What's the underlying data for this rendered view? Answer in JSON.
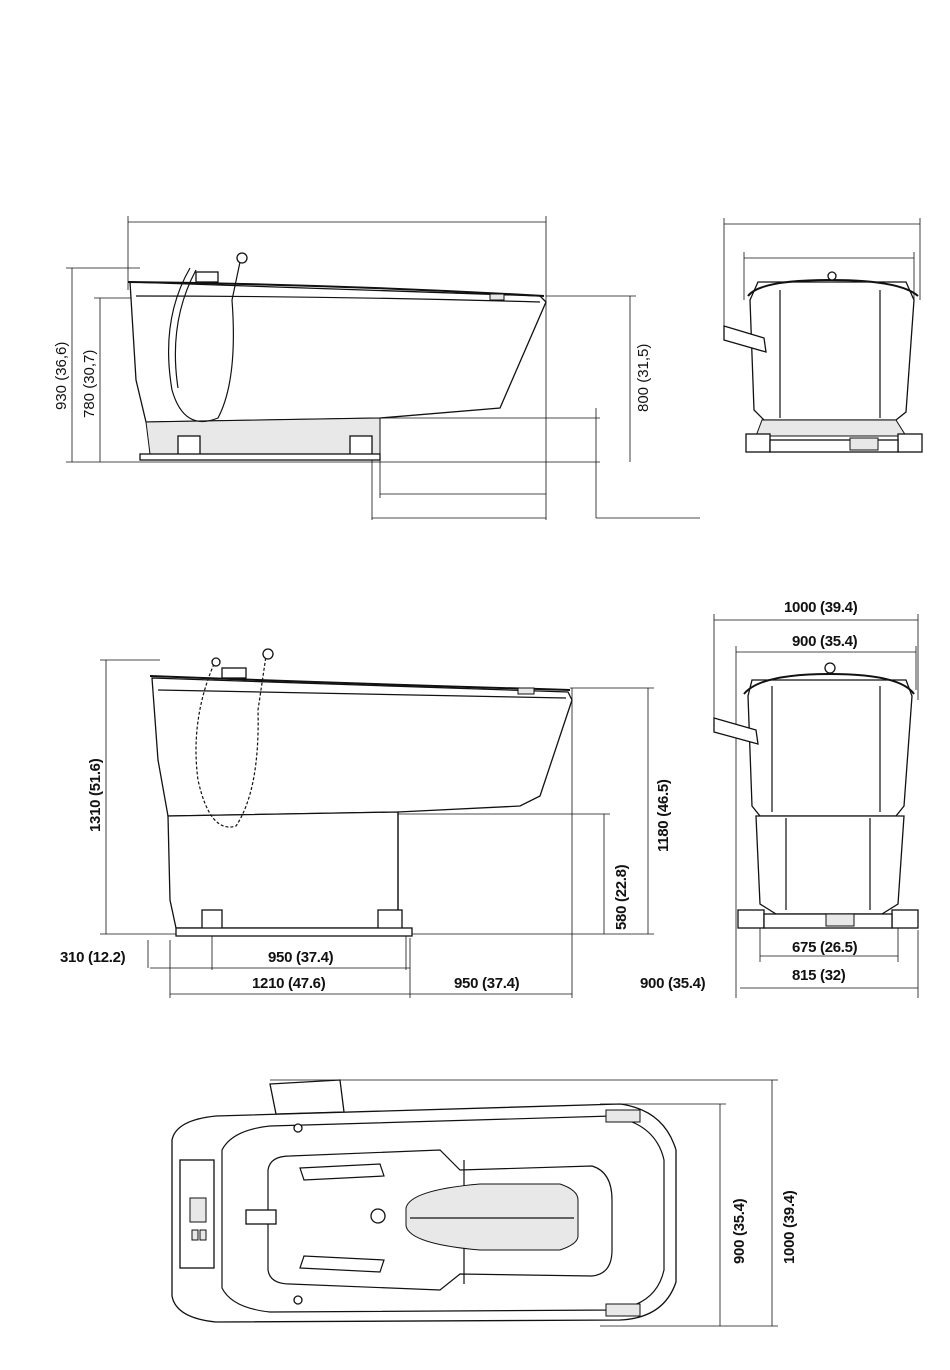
{
  "view_top": {
    "side": {
      "height_total": "930 (36,6)",
      "height_rim": "780 (30,7)",
      "height_seat": "800 (31,5)"
    }
  },
  "view_middle": {
    "side": {
      "height_max": "1310 (51.6)",
      "height_raised": "1180 (46.5)",
      "height_base": "580 (22.8)",
      "offset_left": "310 (12.2)",
      "base_length": "950 (37.4)",
      "total_length": "1210 (47.6)",
      "clearance_length": "950 (37.4)"
    },
    "end": {
      "width_outer": "1000 (39.4)",
      "width_inner": "900 (35.4)",
      "base_inner": "675 (26.5)",
      "base_outer": "815 (32)",
      "clearance_width": "900 (35.4)"
    }
  },
  "view_bottom": {
    "plan": {
      "width_inner": "900 (35.4)",
      "width_outer": "1000 (39.4)"
    }
  }
}
